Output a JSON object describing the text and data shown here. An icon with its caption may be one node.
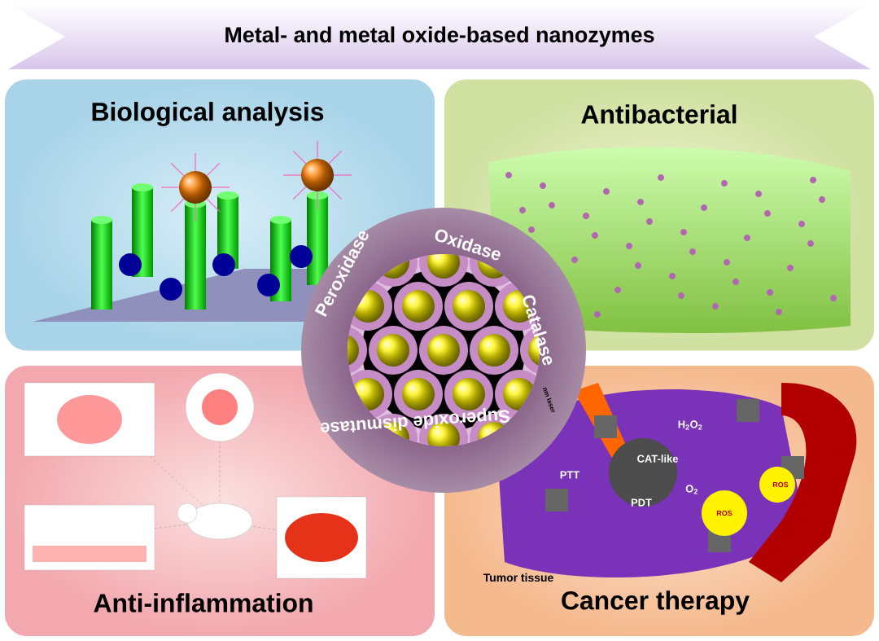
{
  "diagram": {
    "title": "Metal- and metal oxide-based nanozymes",
    "nodes": [
      {
        "text": [
          "Biological analysis"
        ]
      },
      {
        "text": [
          "Antibacterial"
        ]
      },
      {
        "text": [
          "Anti-inflammation"
        ]
      },
      {
        "text": [
          "Cancer therapy"
        ]
      },
      {
        "text": [
          "Oxidase",
          "Catalase",
          "Superoxide dismutase",
          "Peroxidase"
        ]
      }
    ],
    "labels": [
      "H$_{2}$O$_{2}$",
      "CAT-like",
      "PTT",
      "O$_{2}$",
      "PDT",
      "ROS",
      "ROS",
      "Tumor tissue",
      "nm laser"
    ]
  }
}
